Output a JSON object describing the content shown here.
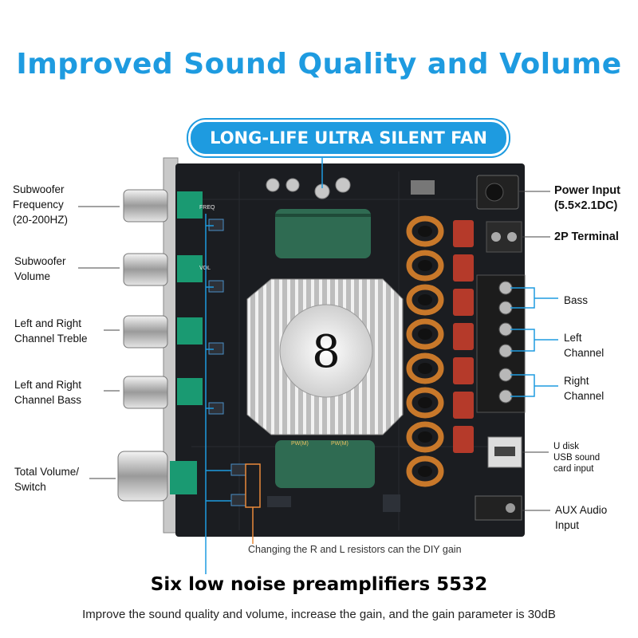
{
  "headline": "Improved Sound Quality and Volume",
  "fan_callout": "LONG-LIFE ULTRA SILENT FAN",
  "left_labels": {
    "subwoofer_frequency": [
      "Subwoofer",
      "Frequency",
      "(20-200HZ)"
    ],
    "subwoofer_volume": [
      "Subwoofer",
      "Volume"
    ],
    "treble": [
      "Left and Right",
      "Channel Treble"
    ],
    "bass": [
      "Left and Right",
      "Channel Bass"
    ],
    "total_volume": [
      "Total Volume/",
      "Switch"
    ]
  },
  "right_labels": {
    "power_input": [
      "Power Input",
      "(5.5×2.1DC)"
    ],
    "terminal_2p": "2P Terminal",
    "bass_out": "Bass",
    "left_channel": [
      "Left",
      "Channel"
    ],
    "right_channel": [
      "Right",
      "Channel"
    ],
    "usb_input": [
      "U disk",
      "USB sound",
      "card input"
    ],
    "aux_input": [
      "AUX Audio",
      "Input"
    ]
  },
  "board_silkscreen": {
    "freq": "FREQ",
    "vol": "VOL",
    "cap_label": "PW(M)",
    "fan_logo": "8"
  },
  "caption": "Changing the R and L resistors can the DIY gain",
  "subheadline": "Six low noise preamplifiers 5532",
  "footnote": "Improve the sound quality and volume, increase the gain, and the gain parameter is 30dB",
  "colors": {
    "accent": "#1e9be0",
    "board": "#1b1d21",
    "capacitor": "#2f6b52",
    "knob_pot": "#1a9a72",
    "coil": "#c8782a",
    "film_cap": "#b53a2a",
    "callout_orange": "#e98a3a"
  }
}
